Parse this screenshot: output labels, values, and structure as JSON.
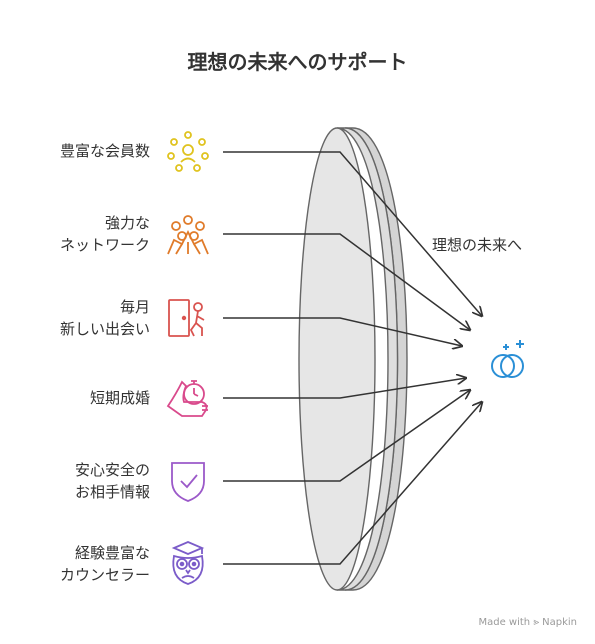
{
  "title": "理想の未来へのサポート",
  "goal_label": "理想の未来へ",
  "items": [
    {
      "lines": [
        "豊富な会員数"
      ],
      "icon": "network-people-icon",
      "color": "#e0c31f"
    },
    {
      "lines": [
        "強力な",
        "ネットワーク"
      ],
      "icon": "connected-people-icon",
      "color": "#e07b2a"
    },
    {
      "lines": [
        "毎月",
        "新しい出会い"
      ],
      "icon": "door-person-icon",
      "color": "#d9534f"
    },
    {
      "lines": [
        "短期成婚"
      ],
      "icon": "hand-stopwatch-icon",
      "color": "#d94a8c"
    },
    {
      "lines": [
        "安心安全の",
        "お相手情報"
      ],
      "icon": "shield-check-icon",
      "color": "#9b59c9"
    },
    {
      "lines": [
        "経験豊富な",
        "カウンセラー"
      ],
      "icon": "owl-graduate-icon",
      "color": "#7b5cc9"
    }
  ],
  "goal_icon": {
    "icon": "rings-sparkle-icon",
    "color": "#2a8fd6"
  },
  "watermark": "Made with ⪢ Napkin"
}
